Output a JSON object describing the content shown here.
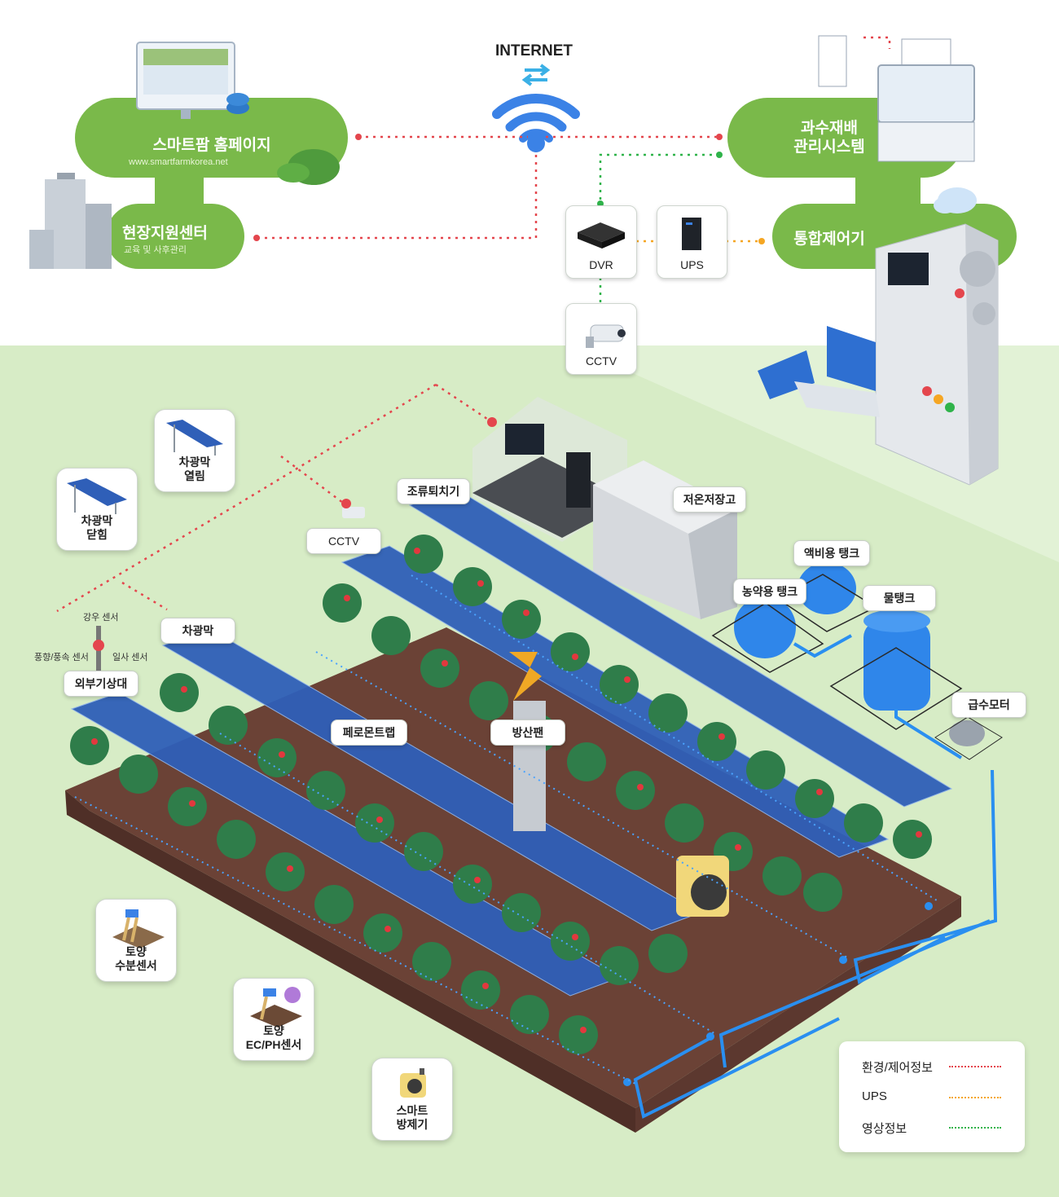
{
  "network": {
    "internet": "INTERNET"
  },
  "hubs": {
    "homepage": {
      "title": "스마트팜 홈페이지",
      "url": "www.smartfarmkorea.net"
    },
    "support": {
      "title": "현장지원센터",
      "subtitle": "교육 및 사후관리"
    },
    "orchard_system": {
      "title": "과수재배\n관리시스템"
    },
    "controller": {
      "title": "통합제어기"
    }
  },
  "devices": {
    "dvr": "DVR",
    "ups": "UPS",
    "cctv_box": "CCTV"
  },
  "field_tags": {
    "bird_repeller": "조류퇴치기",
    "cold_storage": "저온저장고",
    "cctv": "CCTV",
    "nutrient_tank": "액비용 탱크",
    "pesticide_tank": "농약용 탱크",
    "water_tank": "물탱크",
    "shade": "차광막",
    "weather_station": "외부기상대",
    "pheromone_trap": "페로몬트랩",
    "frost_fan": "방산팬",
    "water_pump": "급수모터"
  },
  "sensor_labels": {
    "rain": "강우 센서",
    "wind": "풍향/풍속 센서",
    "solar": "일사 센서"
  },
  "cards": {
    "shade_open": "차광막\n열림",
    "shade_closed": "차광막\n닫힘",
    "soil_moisture": "토양\n수분센서",
    "soil_ecph": "토양\nEC/PH센서",
    "smart_sprayer": "스마트\n방제기"
  },
  "legend": {
    "items": [
      {
        "label": "환경/제어정보",
        "color": "#e4464d"
      },
      {
        "label": "UPS",
        "color": "#f5a623"
      },
      {
        "label": "영상정보",
        "color": "#2fb34a"
      }
    ]
  },
  "colors": {
    "green_hub": "#7ab94a",
    "ground": "#d6edc6",
    "soil": "#6b4236",
    "panel_blue": "#2f5fb8",
    "tree_green": "#2f7d4a",
    "apple_red": "#e2383e",
    "water_blue": "#2a8ff0"
  }
}
